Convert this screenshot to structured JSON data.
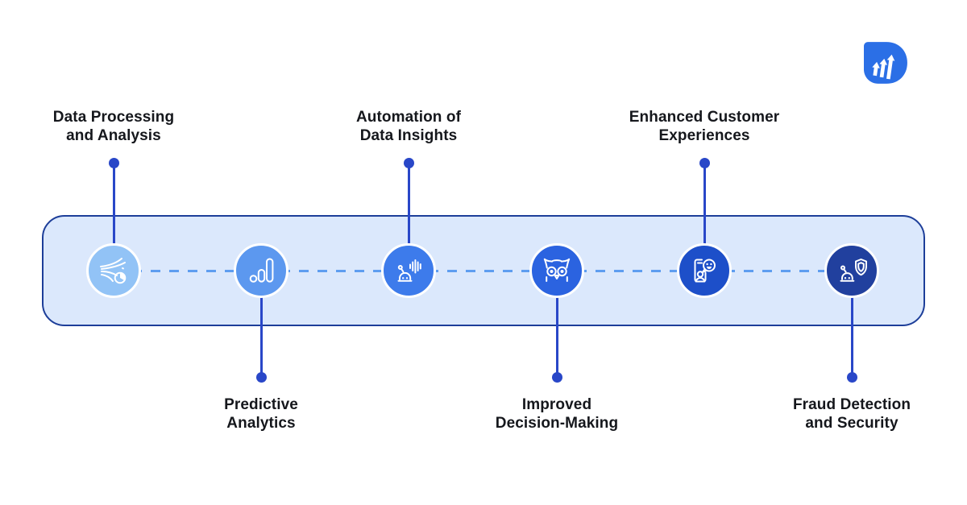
{
  "page": {
    "background": "#ffffff"
  },
  "logo": {
    "name": "brand-logo",
    "color": "#2B6FE6",
    "bars_color": "#ffffff"
  },
  "band": {
    "fill": "#DBE8FC",
    "border_color": "#1D3E99",
    "dash_color": "#5E9DF0"
  },
  "connector": {
    "color": "#2947C8"
  },
  "items": [
    {
      "label_line1": "Data Processing",
      "label_line2": "and Analysis",
      "position": "top",
      "icon": "data-flow-clock-icon",
      "circle_color": "#92C3F6"
    },
    {
      "label_line1": "Predictive",
      "label_line2": "Analytics",
      "position": "bottom",
      "icon": "bar-chart-icon",
      "circle_color": "#5C98EF"
    },
    {
      "label_line1": "Automation of",
      "label_line2": "Data Insights",
      "position": "top",
      "icon": "robot-soundwave-icon",
      "circle_color": "#3D7BEB"
    },
    {
      "label_line1": "Improved",
      "label_line2": "Decision-Making",
      "position": "bottom",
      "icon": "owl-icon",
      "circle_color": "#2B63E0"
    },
    {
      "label_line1": "Enhanced Customer",
      "label_line2": "Experiences",
      "position": "top",
      "icon": "customer-chat-icon",
      "circle_color": "#1D4FC9"
    },
    {
      "label_line1": "Fraud Detection",
      "label_line2": "and Security",
      "position": "bottom",
      "icon": "robot-shield-icon",
      "circle_color": "#21409E"
    }
  ]
}
